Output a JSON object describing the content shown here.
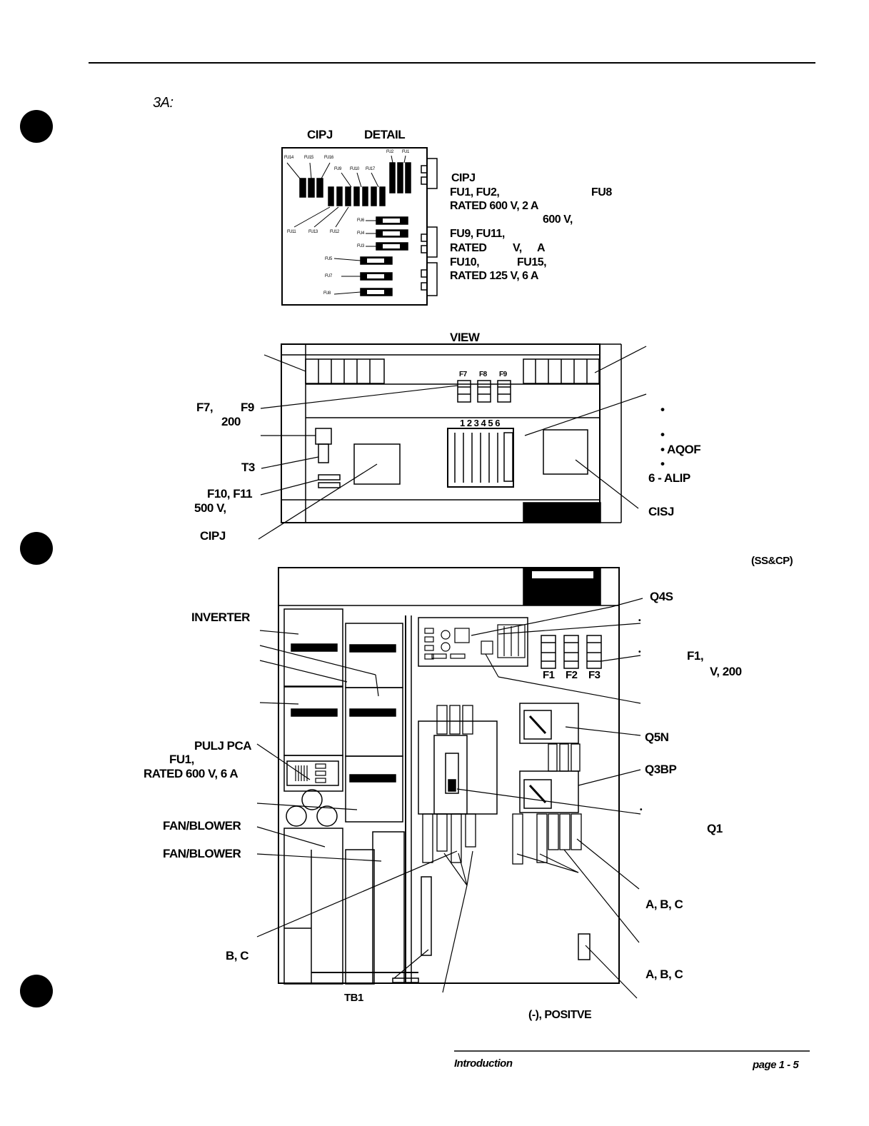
{
  "page": {
    "section_label": "3A:",
    "footer_left": "Introduction",
    "footer_right": "page 1 - 5"
  },
  "detail": {
    "title_a": "CIPJ",
    "title_b": "DETAIL",
    "fuse_labels": [
      "FU14",
      "FU15",
      "FU16",
      "FU9",
      "FU10",
      "FU17",
      "FU2",
      "FU1",
      "FU11",
      "FU13",
      "FU12",
      "FU6",
      "FU4",
      "FU3",
      "FU5",
      "FU7",
      "FU8"
    ],
    "notes": [
      "CIPJ",
      "FU1, FU2,",
      "FU8",
      "RATED 600 V, 2 A",
      "600 V,",
      "FU9, FU11,",
      "RATED",
      "V,",
      "A",
      "FU10,",
      "FU15,",
      "RATED 125 V, 6 A"
    ]
  },
  "top_view": {
    "title": "VIEW",
    "fuses": [
      "F7",
      "F8",
      "F9"
    ],
    "terminal_numbers": "1 2 3 4 5 6",
    "left_labels": [
      "F7,",
      "F9",
      "200",
      "T3",
      "F10, F11",
      "500 V,",
      "CIPJ"
    ],
    "right_labels": [
      "AQOF",
      "6 - ALIP",
      "CISJ"
    ]
  },
  "front_view": {
    "heading": "(SS&CP)",
    "fuses": [
      "F1",
      "F2",
      "F3"
    ],
    "left_labels": [
      "INVERTER",
      "PULJ PCA",
      "FU1,",
      "RATED 600 V, 6 A",
      "FAN/BLOWER",
      "FAN/BLOWER",
      "B, C",
      "TB1"
    ],
    "right_labels": [
      "Q4S",
      "F1,",
      "V, 200",
      "Q5N",
      "Q3BP",
      "Q1",
      "A, B, C",
      "A, B, C"
    ],
    "bottom_label": "(-), POSITVE"
  }
}
